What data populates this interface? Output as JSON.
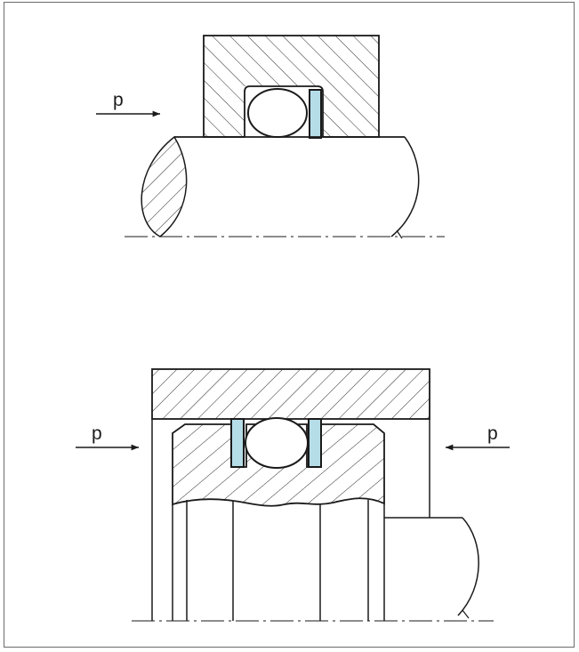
{
  "labels": {
    "top_force": "p",
    "bottom_left_force": "p",
    "bottom_right_force": "p"
  },
  "colors": {
    "line": "#1a1a1a",
    "hatch": "#2a2a2a",
    "spacer_fill": "#b5dde8",
    "frame": "#6b6b6b"
  }
}
